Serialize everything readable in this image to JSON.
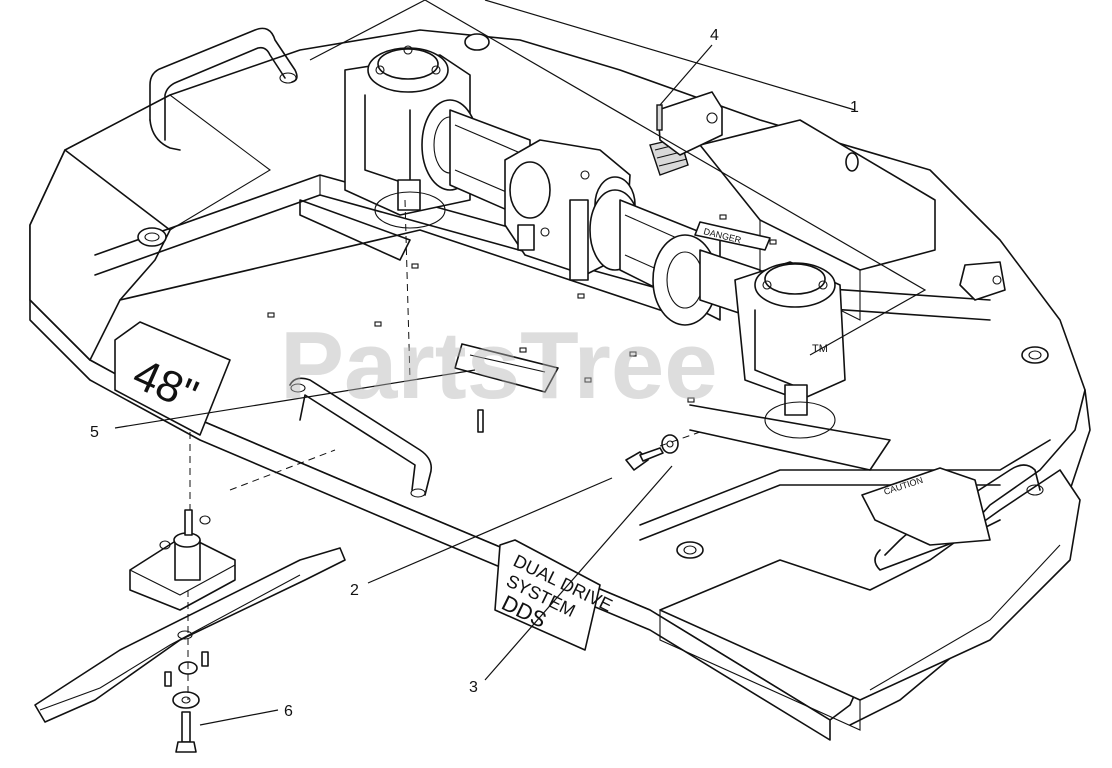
{
  "callouts": [
    {
      "id": "1",
      "label": "1"
    },
    {
      "id": "2",
      "label": "2"
    },
    {
      "id": "3",
      "label": "3"
    },
    {
      "id": "4",
      "label": "4"
    },
    {
      "id": "5",
      "label": "5"
    },
    {
      "id": "6",
      "label": "6"
    }
  ],
  "decals": {
    "deck_size": "48\"",
    "dds_line1": "DUAL DRIVE",
    "dds_line2": "SYSTEM",
    "dds_line3": "DDS",
    "danger": "DANGER",
    "caution": "CAUTION"
  },
  "watermark": {
    "text": "PartsTree",
    "mark": "TM"
  }
}
